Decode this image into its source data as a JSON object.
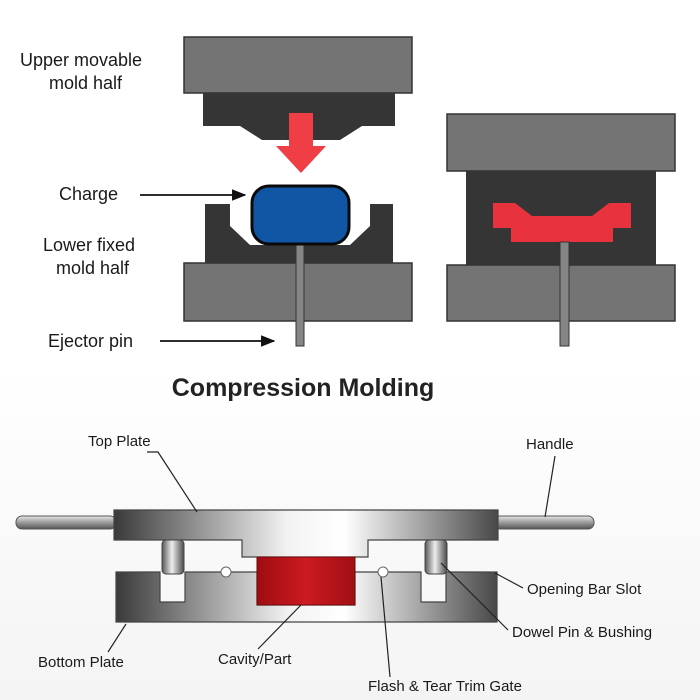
{
  "title": "Compression Molding",
  "top_labels": {
    "upper": [
      "Upper movable",
      "mold half"
    ],
    "charge": "Charge",
    "lower": [
      "Lower fixed",
      "mold half"
    ],
    "ejector": "Ejector pin"
  },
  "bottom_labels": {
    "top_plate": "Top Plate",
    "handle": "Handle",
    "opening_bar_slot": "Opening Bar Slot",
    "dowel_pin": "Dowel Pin & Bushing",
    "bottom_plate": "Bottom Plate",
    "cavity_part": "Cavity/Part",
    "flash_gate": "Flash & Tear Trim Gate"
  },
  "colors": {
    "mold_gray": "#747474",
    "mold_dark": "#353535",
    "charge_blue": "#1155a5",
    "press_arrow_red": "#ef3e45",
    "part_red": "#e8323e",
    "cavity_red": "#c0141b"
  }
}
